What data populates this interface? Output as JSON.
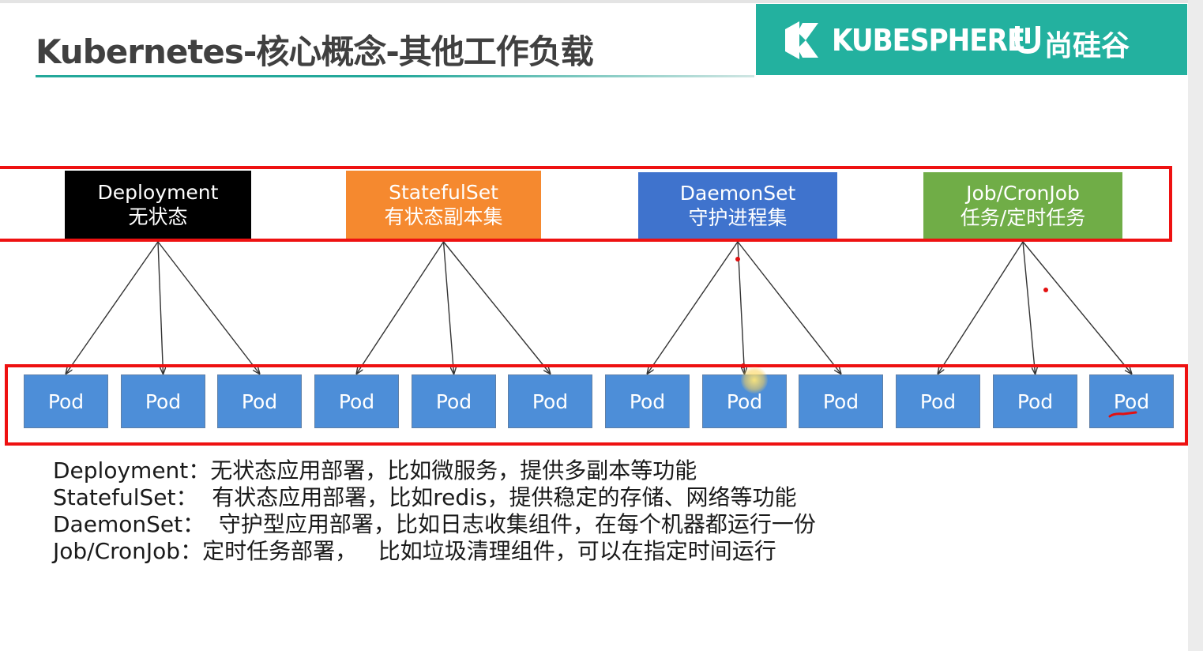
{
  "title": "Kubernetes-核心概念-其他工作负载",
  "brand": {
    "name_en": "KUBESPHERE",
    "name_cn": "尚硅谷",
    "background": "#23b19f",
    "logo_icon": "kubesphere-logo-icon",
    "u_icon": "atguigu-u-icon"
  },
  "workloads": [
    {
      "name": "Deployment",
      "desc": "无状态",
      "color": "#000000"
    },
    {
      "name": "StatefulSet",
      "desc": "有状态副本集",
      "color": "#f5892f"
    },
    {
      "name": "DaemonSet",
      "desc": "守护进程集",
      "color": "#3f73cd"
    },
    {
      "name": "Job/CronJob",
      "desc": "任务/定时任务",
      "color": "#70ad47"
    }
  ],
  "pod_label": "Pod",
  "pods": [
    "Pod",
    "Pod",
    "Pod",
    "Pod",
    "Pod",
    "Pod",
    "Pod",
    "Pod",
    "Pod",
    "Pod",
    "Pod",
    "Pod"
  ],
  "descriptions": [
    {
      "label": "Deployment：",
      "text": "无状态应用部署，比如微服务，提供多副本等功能"
    },
    {
      "label": "StatefulSet：",
      "text": "  有状态应用部署，比如redis，提供稳定的存储、网络等功能"
    },
    {
      "label": "DaemonSet：",
      "text": "  守护型应用部署，比如日志收集组件，在每个机器都运行一份"
    },
    {
      "label": "Job/CronJob：",
      "text": "定时任务部署，   比如垃圾清理组件，可以在指定时间运行"
    }
  ],
  "colors": {
    "highlight_frame": "#ee1111",
    "pod_fill": "#4d8ed8",
    "title_underline": "#23a89a"
  }
}
